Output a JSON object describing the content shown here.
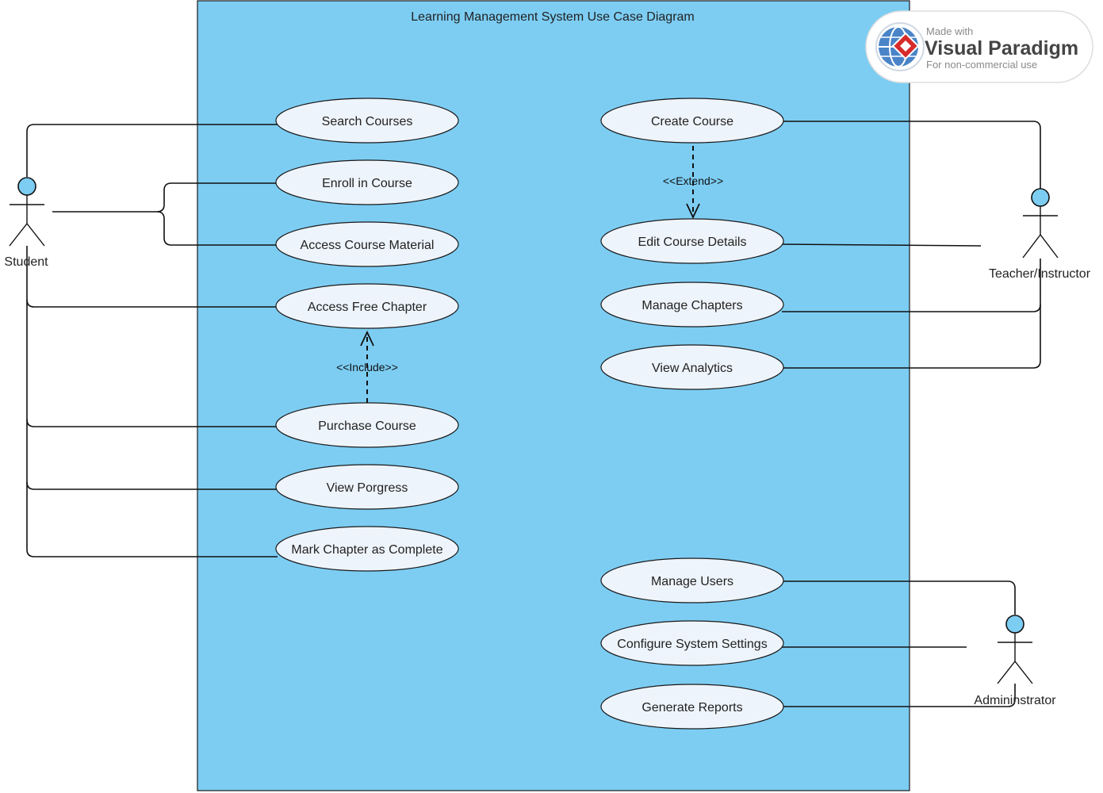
{
  "diagram": {
    "title": "Learning Management System Use Case Diagram"
  },
  "actors": {
    "student": "Student",
    "teacher": "Teacher/Instructor",
    "admin": "Admininstrator"
  },
  "use_cases": {
    "search_courses": "Search Courses",
    "enroll_in_course": "Enroll in Course",
    "access_course_material": "Access Course Material",
    "access_free_chapter": "Access Free Chapter",
    "purchase_course": "Purchase Course",
    "view_progress": "View Porgress",
    "mark_chapter_complete": "Mark Chapter as Complete",
    "create_course": "Create Course",
    "edit_course_details": "Edit Course Details",
    "manage_chapters": "Manage Chapters",
    "view_analytics": "View Analytics",
    "manage_users": "Manage Users",
    "configure_system_settings": "Configure System Settings",
    "generate_reports": "Generate Reports"
  },
  "relations": {
    "include_label": "<<Include>>",
    "extend_label": "<<Extend>>"
  },
  "watermark": {
    "made_with": "Made with",
    "brand": "Visual Paradigm",
    "usage": "For non-commercial use"
  },
  "colors": {
    "boundary_fill": "#7dcdf3",
    "usecase_fill": "#eef4fb",
    "actor_head": "#7dcdf3"
  }
}
